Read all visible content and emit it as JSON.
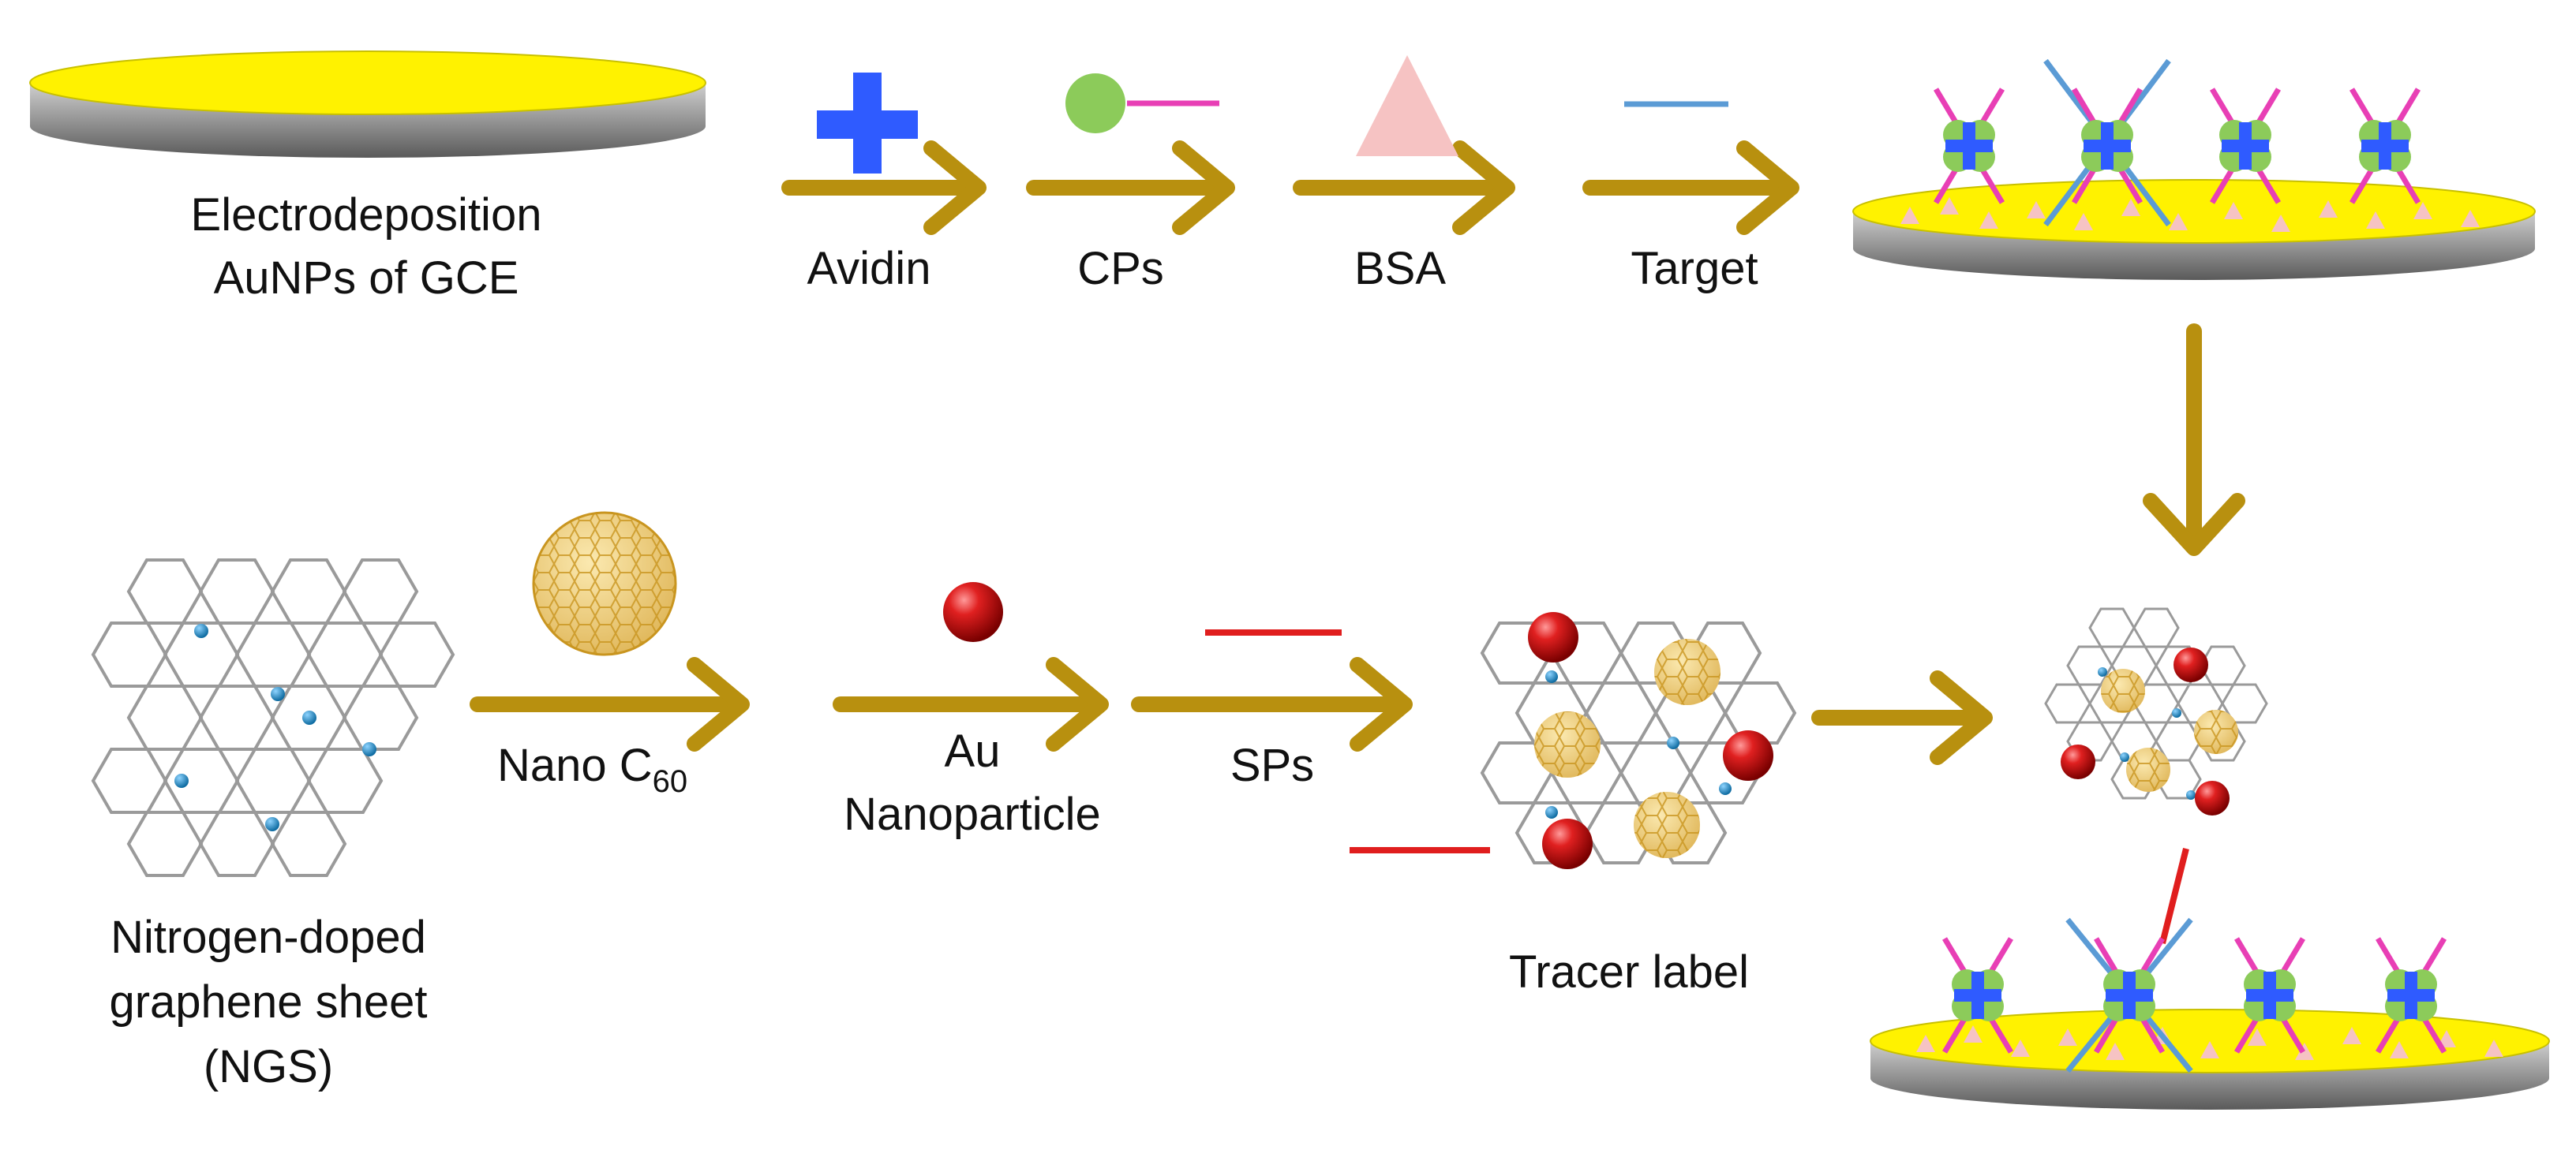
{
  "colors": {
    "arrow": "#B8900F",
    "gold_surface": "#FFF200",
    "electrode_gray": "#8A8A8A",
    "avidin_blue": "#2F5BFF",
    "cp_green": "#8CCB5A",
    "cp_pink": "#E83FB5",
    "bsa_pink": "#F6C3C3",
    "target_blue": "#5B9BD5",
    "au_red": "#D81818",
    "fullerene_gold": "#E8C46A",
    "sp_red": "#E01E1E",
    "graphene_gray": "#9A9A9A",
    "nitrogen_blue": "#1B8BC7"
  },
  "top_row": {
    "electrode_label_line1": "Electrodeposition",
    "electrode_label_line2": "AuNPs of GCE",
    "steps": [
      {
        "label": "Avidin",
        "icon": "blue-cross-icon"
      },
      {
        "label": "CPs",
        "icon": "capture-probe-icon"
      },
      {
        "label": "BSA",
        "icon": "pink-triangle-icon"
      },
      {
        "label": "Target",
        "icon": "target-strand-icon"
      }
    ]
  },
  "bottom_row": {
    "ngs_label_line1": "Nitrogen-doped",
    "ngs_label_line2": "graphene sheet",
    "ngs_label_line3": "(NGS)",
    "step_c60_label": "Nano C",
    "step_c60_subscript": "60",
    "step_au_line1": "Au",
    "step_au_line2": "Nanoparticle",
    "step_sps_label": "SPs",
    "tracer_label": "Tracer label"
  }
}
